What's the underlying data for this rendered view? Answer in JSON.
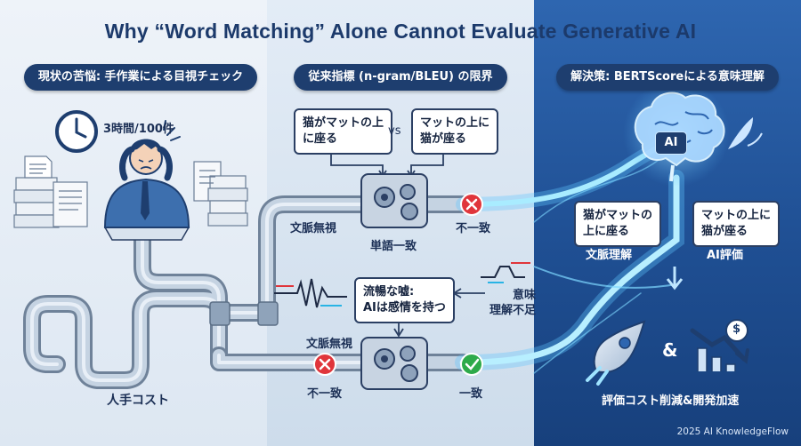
{
  "title": "Why “Word Matching” Alone Cannot Evaluate Generative AI",
  "sections": {
    "left": {
      "header": "現状の苦悩: 手作業による目視チェック",
      "time_label": "3時間/100件",
      "cost_label": "人手コスト"
    },
    "middle": {
      "header": "従来指標 (n-gram/BLEU) の限界",
      "sentence_a": [
        "猫がマットの上",
        "に座る"
      ],
      "vs_label": "vs",
      "sentence_b": [
        "マットの上に",
        "猫が座る"
      ],
      "ignore_context_top": "文脈無視",
      "word_match": "単語一致",
      "mismatch_top": "不一致",
      "fluent_lie": [
        "流暢な嘘:",
        "AIは感情を持つ"
      ],
      "no_understanding": [
        "意味",
        "理解不足"
      ],
      "ignore_context_bottom": "文脈無視",
      "mismatch_bottom": "不一致",
      "match_bottom": "一致"
    },
    "right": {
      "header": "解決策: BERTScoreによる意味理解",
      "ai_badge": "AI",
      "sentence_a": [
        "猫がマットの",
        "上に座る"
      ],
      "sentence_b": [
        "マットの上に",
        "猫が座る"
      ],
      "context_understanding": "文脈理解",
      "ai_evaluation": "AI評価",
      "ampersand": "&",
      "dollar": "$",
      "result": "評価コスト削減&開発加速"
    }
  },
  "footer": "2025 AI KnowledgeFlow",
  "colors": {
    "navy": "#1e3e6f",
    "pipe": "#b7c7d8",
    "glow": "#8fe3ff",
    "red": "#e0353b",
    "green": "#2eaa4a"
  }
}
